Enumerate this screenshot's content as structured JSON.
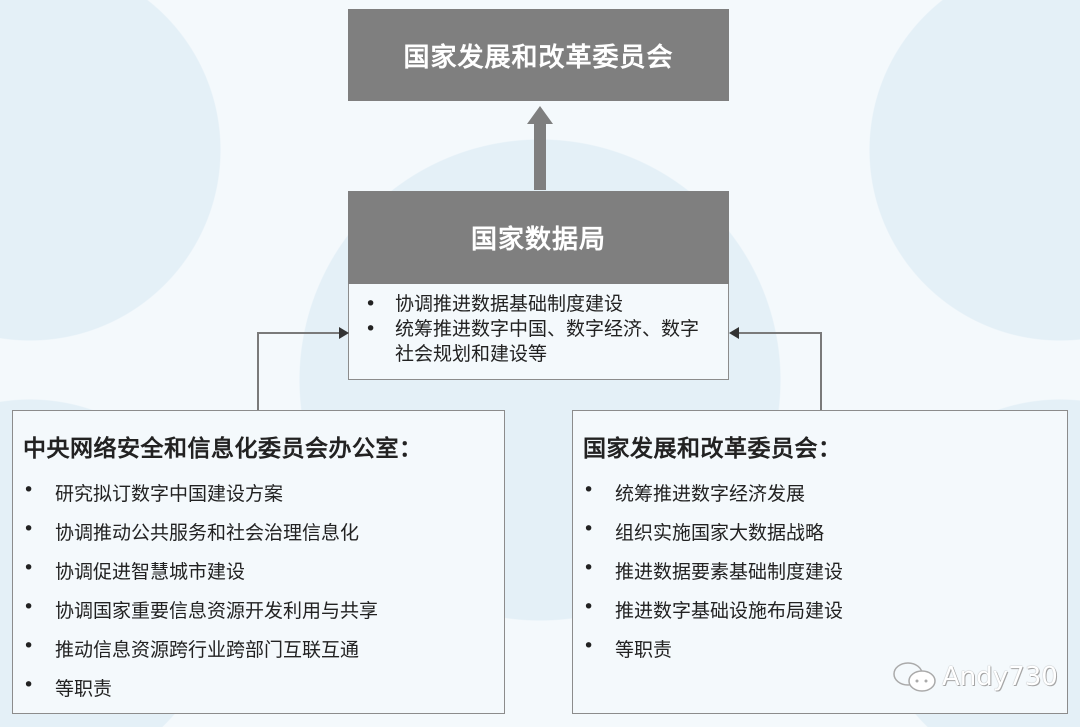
{
  "top_box": {
    "title": "国家发展和改革委员会"
  },
  "middle_box": {
    "title": "国家数据局",
    "items": [
      "协调推进数据基础制度建设",
      "统筹推进数字中国、数字经济、数字社会规划和建设等"
    ]
  },
  "left_box": {
    "title": "中央网络安全和信息化委员会办公室：",
    "items": [
      "研究拟订数字中国建设方案",
      "协调推动公共服务和社会治理信息化",
      "协调促进智慧城市建设",
      "协调国家重要信息资源开发利用与共享",
      "推动信息资源跨行业跨部门互联互通",
      "等职责"
    ]
  },
  "right_box": {
    "title": "国家发展和改革委员会：",
    "items": [
      "统筹推进数字经济发展",
      "组织实施国家大数据战略",
      "推进数据要素基础制度建设",
      "推进数字基础设施布局建设",
      "等职责"
    ]
  },
  "bullet": "•",
  "watermark": "Andy730"
}
